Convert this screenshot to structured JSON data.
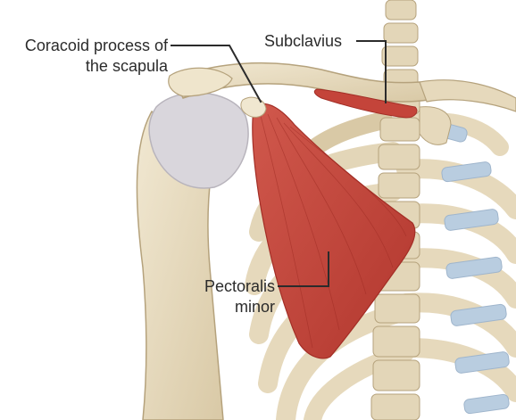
{
  "labels": {
    "coracoid": {
      "line1": "Coracoid process of",
      "line2": "the scapula"
    },
    "subclavius": {
      "line1": "Subclavius"
    },
    "pectoralis": {
      "line1": "Pectoralis",
      "line2": "minor"
    }
  },
  "colors": {
    "background": "#ffffff",
    "bone": "#e8dcc0",
    "bone_shade": "#c9b994",
    "bone_outline": "#b5a27c",
    "cartilage": "#b9cde0",
    "muscle": "#c4443a",
    "muscle_dark": "#a32e26",
    "joint_capsule": "#d9d6dc",
    "leader_line": "#2b2b2b"
  }
}
